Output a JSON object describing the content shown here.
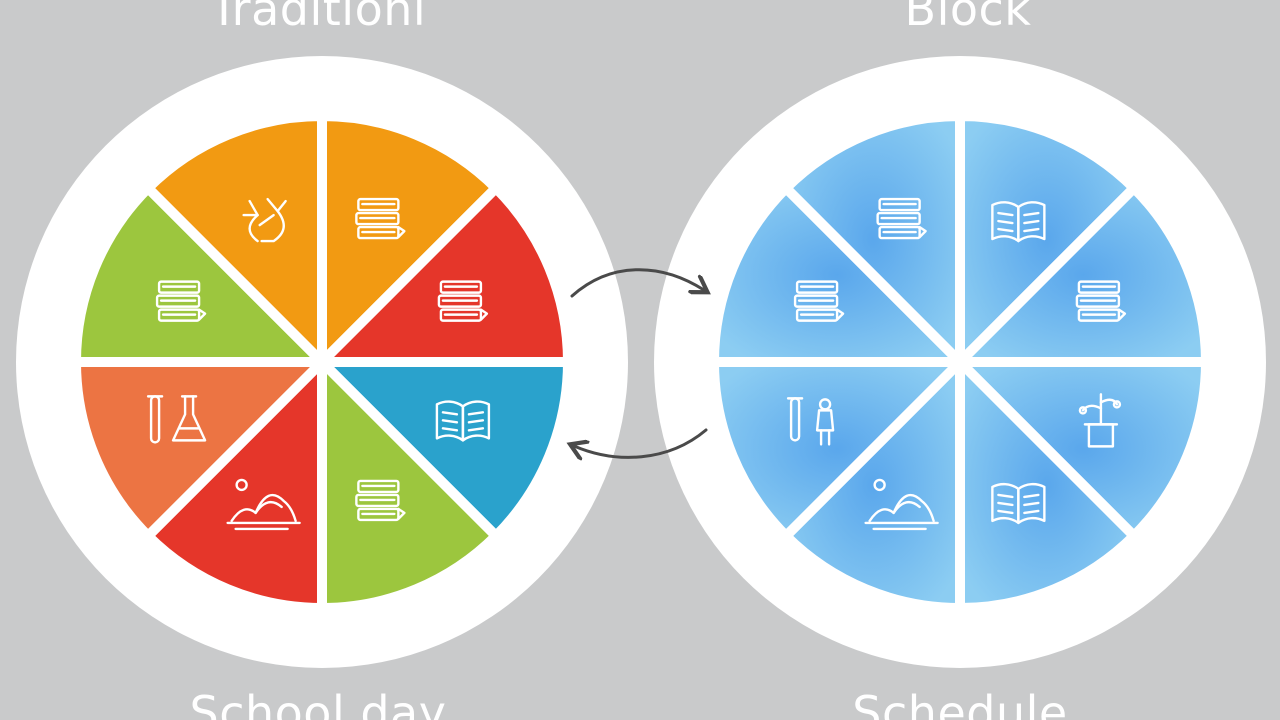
{
  "titles": {
    "left_top": "Traditionl",
    "left_bottom": "School day",
    "right_top": "Block",
    "right_bottom": "Schedule"
  },
  "diagrams": [
    {
      "name": "traditional-wheel",
      "segments": [
        {
          "color": "#f29a12",
          "gradient": null,
          "icon": "books-stack-icon"
        },
        {
          "color": "#e5362a",
          "gradient": null,
          "icon": "books-stack-icon"
        },
        {
          "color": "#2aa2cc",
          "gradient": null,
          "icon": "open-book-icon"
        },
        {
          "color": "#9cc63e",
          "gradient": null,
          "icon": "books-stack-icon"
        },
        {
          "color": "#e5362a",
          "gradient": null,
          "icon": "landscape-icon"
        },
        {
          "color": "#ec7443",
          "gradient": null,
          "icon": "lab-flask-icon"
        },
        {
          "color": "#9cc63e",
          "gradient": null,
          "icon": "books-stack-icon"
        },
        {
          "color": "#f29a12",
          "gradient": null,
          "icon": "recycle-icon"
        }
      ]
    },
    {
      "name": "block-wheel",
      "segments": [
        {
          "color": "#7cc0ef",
          "gradient": "block",
          "icon": "open-book-icon"
        },
        {
          "color": "#7cc0ef",
          "gradient": "block",
          "icon": "books-stack-icon"
        },
        {
          "color": "#7cc0ef",
          "gradient": "block",
          "icon": "plant-pot-icon"
        },
        {
          "color": "#7cc0ef",
          "gradient": "block",
          "icon": "open-book-icon"
        },
        {
          "color": "#7cc0ef",
          "gradient": "block",
          "icon": "landscape-icon"
        },
        {
          "color": "#7cc0ef",
          "gradient": "block",
          "icon": "science-icon"
        },
        {
          "color": "#7cc0ef",
          "gradient": "block",
          "icon": "books-stack-icon"
        },
        {
          "color": "#7cc0ef",
          "gradient": "block",
          "icon": "books-stack-icon"
        }
      ]
    }
  ],
  "arrows": [
    {
      "name": "arrow-to-block",
      "color": "#4a4a4a"
    },
    {
      "name": "arrow-to-traditional",
      "color": "#4a4a4a"
    }
  ]
}
